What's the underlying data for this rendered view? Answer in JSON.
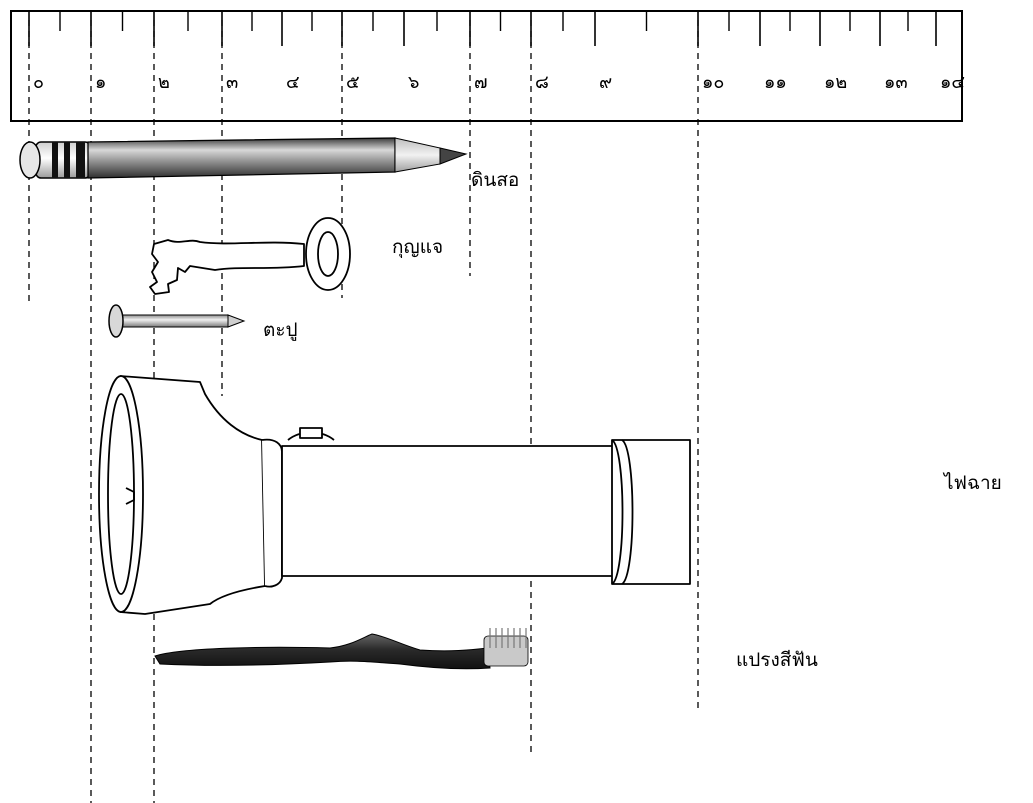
{
  "ruler": {
    "numbers": [
      "๐",
      "๑",
      "๒",
      "๓",
      "๔",
      "๕",
      "๖",
      "๗",
      "๘",
      "๙",
      "๑๐",
      "๑๑",
      "๑๒",
      "๑๓",
      "๑๔"
    ]
  },
  "objects": {
    "pencil": {
      "label": "ดินสอ",
      "start": 0,
      "end": 7
    },
    "key": {
      "label": "กุญแจ",
      "start": 2,
      "end": 5
    },
    "nail": {
      "label": "ตะปู",
      "start": 1,
      "end": 3
    },
    "flashlight": {
      "label": "ไฟฉาย",
      "start": 1,
      "end": 10
    },
    "toothbrush": {
      "label": "แปรงสีฟัน",
      "start": 2,
      "end": 8
    }
  }
}
